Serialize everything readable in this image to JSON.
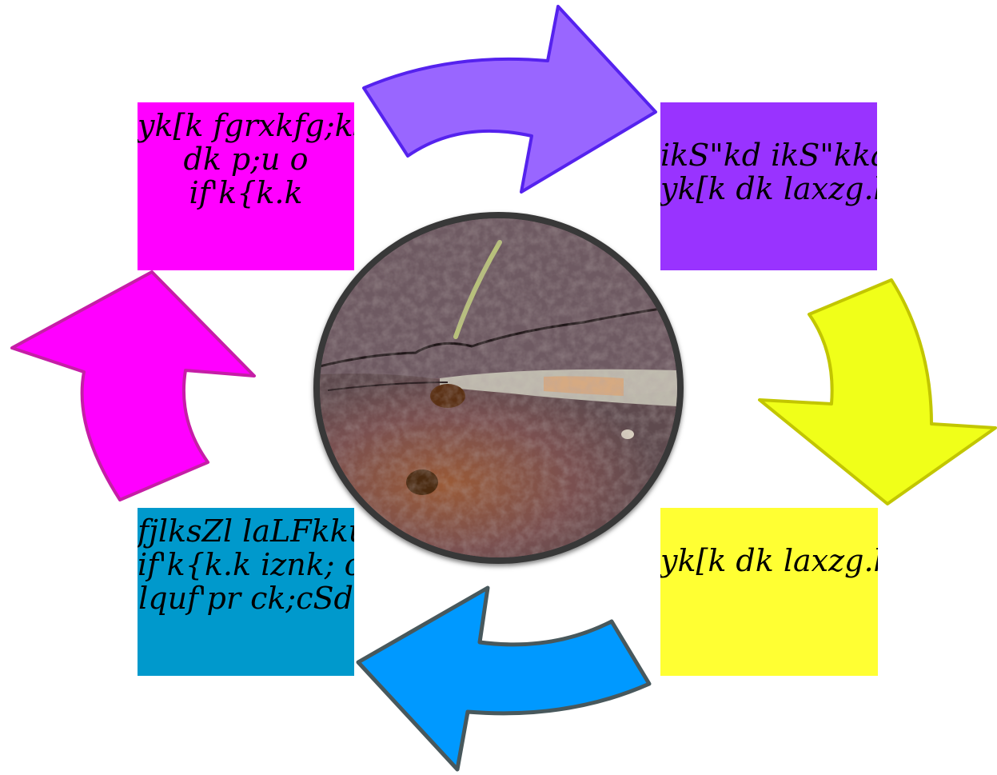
{
  "colors": {
    "magenta": "#ff00ff",
    "purple": "#9933ff",
    "purple_arrow": "#9966ff",
    "yellow": "#ffff33",
    "yellow_arrow": "#f0ff19",
    "blue_box": "#0099cc",
    "blue_arrow": "#0099ff"
  },
  "boxes": {
    "top_left": {
      "lines": [
        "yk[k fgrxkfg;ksa",
        "dk p;u o",
        "if'k{k.k"
      ]
    },
    "top_right": {
      "lines": [
        "ikS\"kd  ikS\"kkaij",
        "yk[k dk laxzg.k"
      ]
    },
    "bottom_right": {
      "lines": [
        "yk[k dk laxzg.k"
      ]
    },
    "bottom_left": {
      "lines": [
        "fjlksZl laLFkku }kjk",
        "if'k{k.k iznk; o",
        "lquf'pr ck;cSd"
      ]
    }
  },
  "center_image": {
    "description_icon": "lac-encrusted-twig-photo"
  },
  "cycle_arrows": [
    "arrow-top",
    "arrow-right",
    "arrow-bottom",
    "arrow-left"
  ]
}
